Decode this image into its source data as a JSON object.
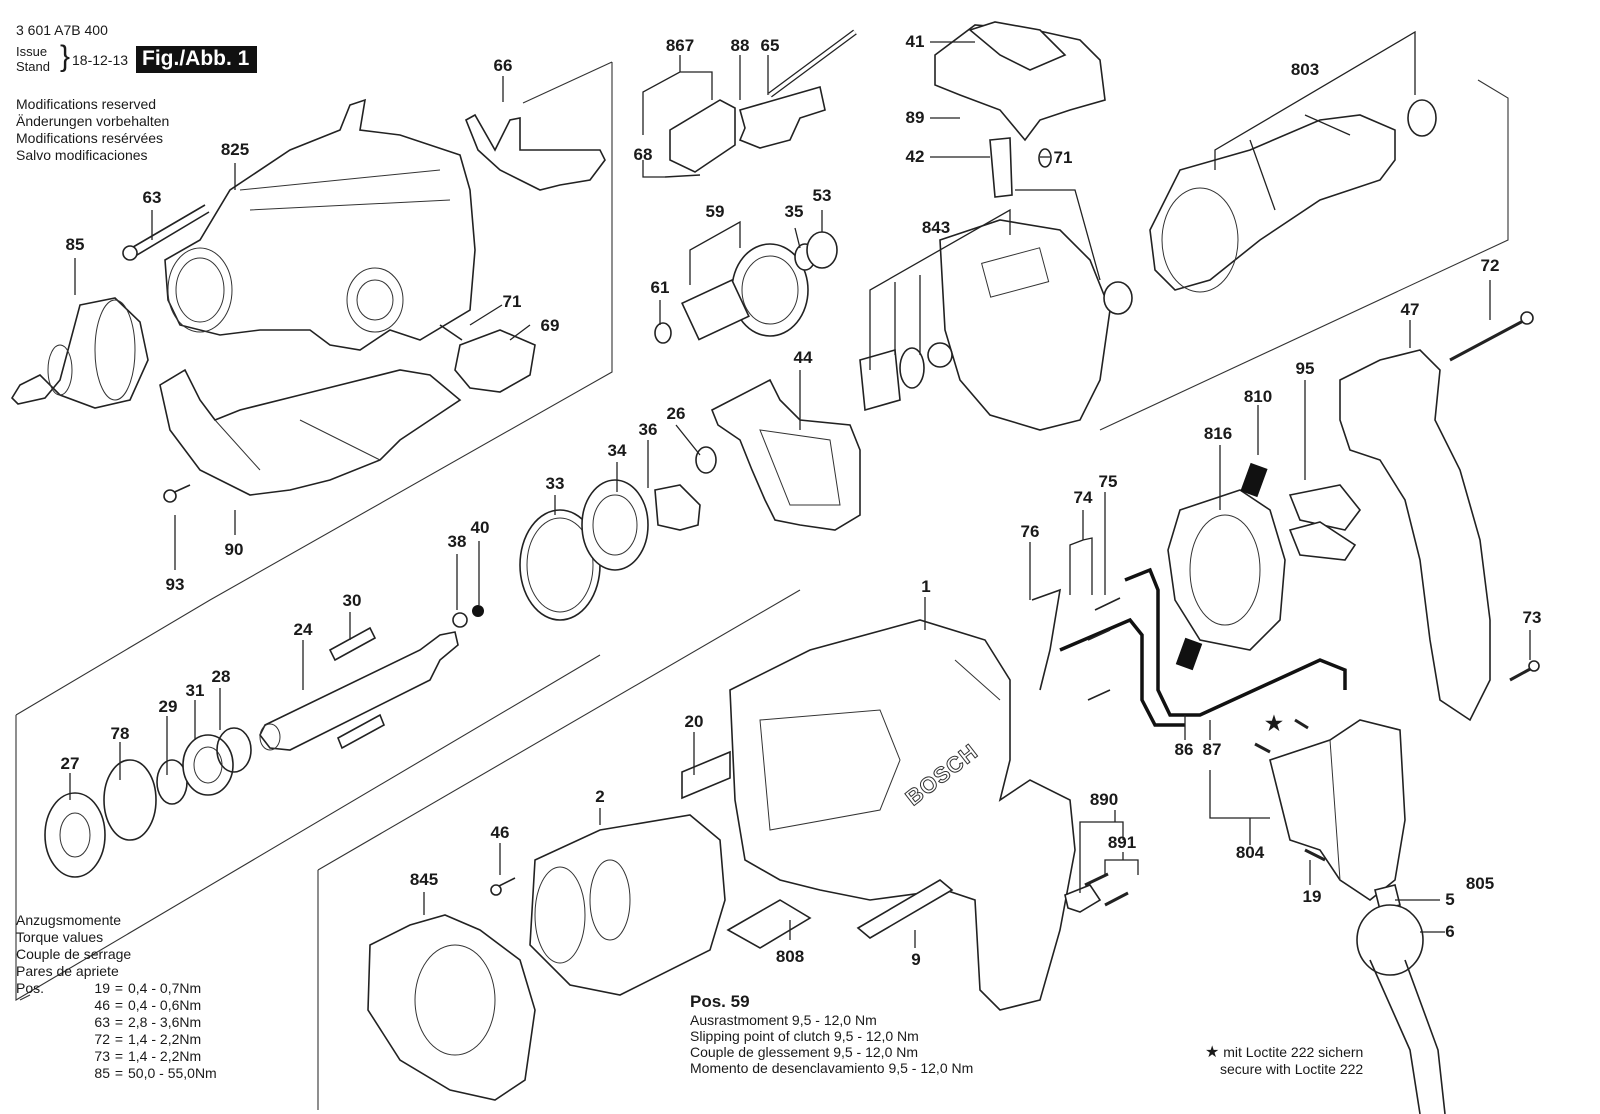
{
  "header": {
    "part_number": "3 601 A7B 400",
    "issue_label_en": "Issue",
    "issue_label_de": "Stand",
    "issue_date": "18-12-13",
    "figure_label": "Fig./Abb. 1"
  },
  "modifications": [
    "Modifications reserved",
    "Änderungen vorbehalten",
    "Modifications resérvées",
    "Salvo modificaciones"
  ],
  "torque": {
    "headings": [
      "Anzugsmomente",
      "Torque values",
      "Couple de serrage",
      "Pares de apriete"
    ],
    "pos_prefix": "Pos.",
    "rows": [
      {
        "pos": "19",
        "value": "0,4 -   0,7Nm"
      },
      {
        "pos": "46",
        "value": "0,4 - 0,6Nm"
      },
      {
        "pos": "63",
        "value": "2,8 -   3,6Nm"
      },
      {
        "pos": "72",
        "value": "1,4 -   2,2Nm"
      },
      {
        "pos": "73",
        "value": "1,4 -   2,2Nm"
      },
      {
        "pos": "85",
        "value": "50,0 - 55,0Nm"
      }
    ]
  },
  "pos59": {
    "title": "Pos. 59",
    "lines": [
      "Ausrastmoment  9,5 - 12,0 Nm",
      "Slipping point of clutch  9,5 - 12,0 Nm",
      "Couple de glessement  9,5 - 12,0 Nm",
      "Momento de desenclavamiento  9,5 - 12,0 Nm"
    ]
  },
  "loctite": {
    "star": "★",
    "line_de": "mit Loctite 222 sichern",
    "line_en": "secure with Loctite 222"
  },
  "part_labels": {
    "p867": "867",
    "p88": "88",
    "p65": "65",
    "p41": "41",
    "p803": "803",
    "p66": "66",
    "p825": "825",
    "p68": "68",
    "p89": "89",
    "p42": "42",
    "p71a": "71",
    "p63": "63",
    "p59": "59",
    "p35": "35",
    "p53": "53",
    "p843": "843",
    "p72": "72",
    "p85": "85",
    "p61": "61",
    "p71b": "71",
    "p69": "69",
    "p44": "44",
    "p47": "47",
    "p810": "810",
    "p95": "95",
    "p816": "816",
    "p26": "26",
    "p36": "36",
    "p34": "34",
    "p33": "33",
    "p90": "90",
    "p93": "93",
    "p38": "38",
    "p40": "40",
    "p30": "30",
    "p24": "24",
    "p76": "76",
    "p74": "74",
    "p75": "75",
    "p1": "1",
    "p73": "73",
    "p78": "78",
    "p29": "29",
    "p31": "31",
    "p28": "28",
    "p27": "27",
    "p20": "20",
    "p86": "86",
    "p87": "87",
    "p2": "2",
    "p46": "46",
    "p890": "890",
    "p891": "891",
    "p804": "804",
    "p845": "845",
    "p19": "19",
    "p805": "805",
    "p5": "5",
    "p6": "6",
    "p808": "808",
    "p9": "9"
  },
  "brand_mark": "BOSCH"
}
